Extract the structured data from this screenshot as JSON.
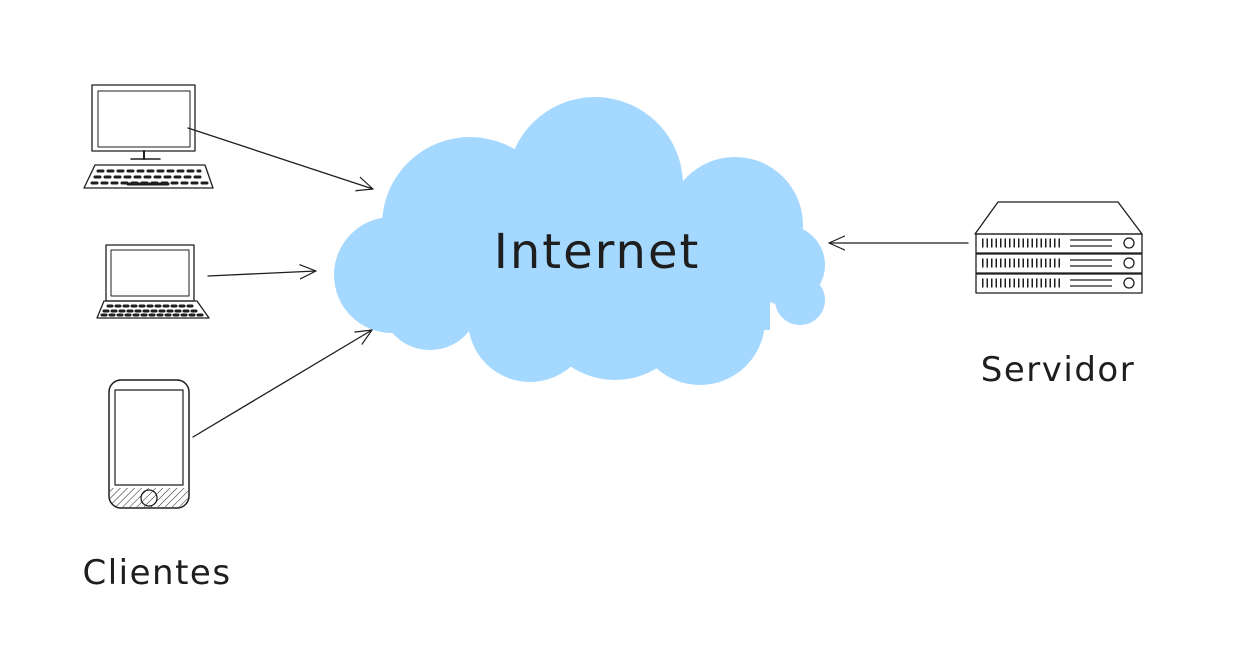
{
  "cloud": {
    "label": "Internet",
    "fill": "#a5d8ff"
  },
  "clients": {
    "label": "Clientes"
  },
  "server": {
    "label": "Servidor"
  },
  "colors": {
    "ink": "#1e1e1e",
    "background": "#ffffff"
  },
  "icons": [
    "desktop-computer-icon",
    "laptop-icon",
    "smartphone-icon",
    "server-rack-icon"
  ]
}
